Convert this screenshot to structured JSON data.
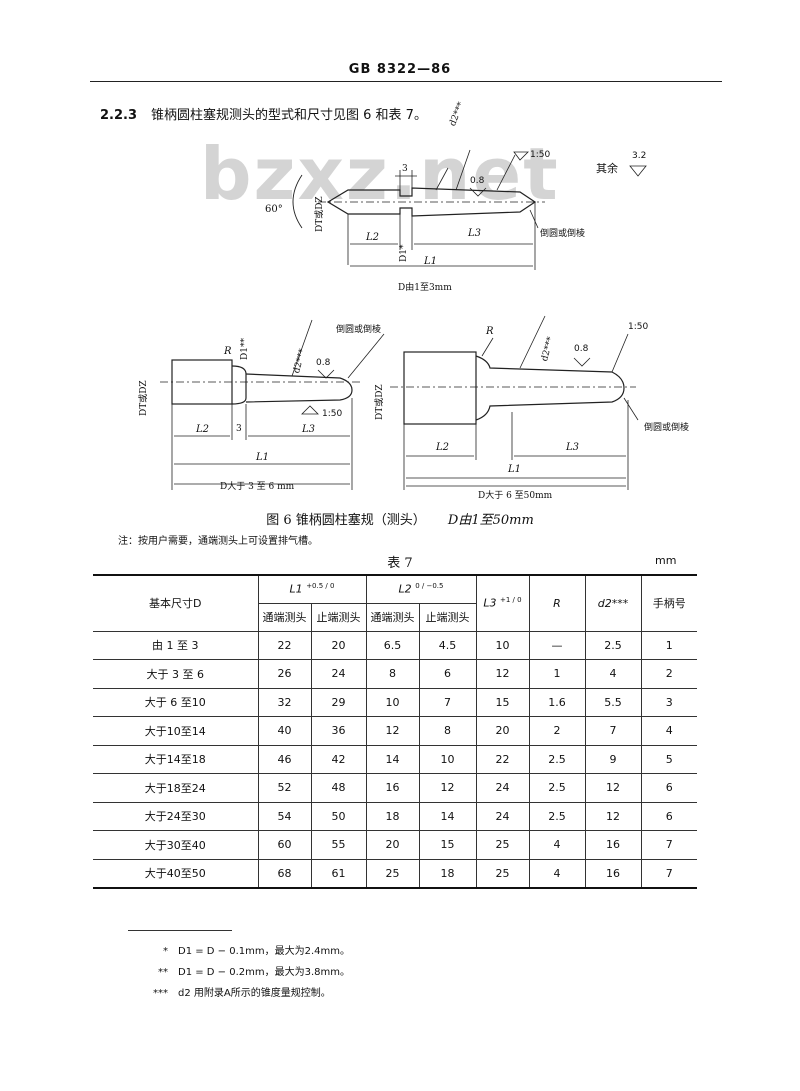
{
  "header": {
    "standard": "GB 8322—86"
  },
  "section": {
    "number": "2.2.3",
    "text": "锥柄圆柱塞规测头的型式和尺寸见图 6 和表 7。"
  },
  "watermark": "bzxz.net",
  "figure": {
    "caption": "图 6 锥柄圆柱塞规（测头）",
    "caption_range": "D由1至50mm",
    "note": "注：按用户需要，通端测头上可设置排气槽。",
    "top": {
      "angle": "60°",
      "dim_3": "3",
      "d2": "d2***",
      "taper": "1:50",
      "rough_08": "0.8",
      "rest_label": "其余",
      "rest_value": "3.2",
      "dt_dz": "DT或DZ",
      "l2": "L2",
      "l3": "L3",
      "l1": "L1",
      "d1": "D1*",
      "chamfer": "倒圆或倒棱",
      "range": "D由1至3mm"
    },
    "bottom_left": {
      "r": "R",
      "d1": "D1**",
      "d2": "d2***",
      "chamfer": "倒圆或倒棱",
      "rough_08": "0.8",
      "taper": "1:50",
      "dt_dz": "DT或DZ",
      "l2": "L2",
      "dim_3": "3",
      "l3": "L3",
      "l1": "L1",
      "range": "D大于 3 至 6 mm"
    },
    "bottom_right": {
      "r": "R",
      "d2": "d2***",
      "rough_08": "0.8",
      "taper": "1:50",
      "dt_dz": "DT或DZ",
      "chamfer": "倒圆或倒棱",
      "l2": "L2",
      "l3": "L3",
      "l1": "L1",
      "range": "D大于 6 至50mm"
    }
  },
  "table": {
    "title": "表 7",
    "unit": "mm",
    "headers": {
      "basic": "基本尺寸D",
      "l1": "L1",
      "l1_tol": "+0.5 / 0",
      "l2": "L2",
      "l2_tol": "0 / −0.5",
      "go": "通端测头",
      "nogo": "止端测头",
      "l3": "L3",
      "l3_tol": "+1 / 0",
      "r": "R",
      "d2": "d2***",
      "handle": "手柄号"
    },
    "rows": [
      [
        "由 1 至 3",
        "22",
        "20",
        "6.5",
        "4.5",
        "10",
        "—",
        "2.5",
        "1"
      ],
      [
        "大于 3 至 6",
        "26",
        "24",
        "8",
        "6",
        "12",
        "1",
        "4",
        "2"
      ],
      [
        "大于 6 至10",
        "32",
        "29",
        "10",
        "7",
        "15",
        "1.6",
        "5.5",
        "3"
      ],
      [
        "大于10至14",
        "40",
        "36",
        "12",
        "8",
        "20",
        "2",
        "7",
        "4"
      ],
      [
        "大于14至18",
        "46",
        "42",
        "14",
        "10",
        "22",
        "2.5",
        "9",
        "5"
      ],
      [
        "大于18至24",
        "52",
        "48",
        "16",
        "12",
        "24",
        "2.5",
        "12",
        "6"
      ],
      [
        "大于24至30",
        "54",
        "50",
        "18",
        "14",
        "24",
        "2.5",
        "12",
        "6"
      ],
      [
        "大于30至40",
        "60",
        "55",
        "20",
        "15",
        "25",
        "4",
        "16",
        "7"
      ],
      [
        "大于40至50",
        "68",
        "61",
        "25",
        "18",
        "25",
        "4",
        "16",
        "7"
      ]
    ]
  },
  "footnotes": [
    {
      "mark": "*",
      "text": "D1 = D − 0.1mm，最大为2.4mm。"
    },
    {
      "mark": "**",
      "text": "D1 = D − 0.2mm，最大为3.8mm。"
    },
    {
      "mark": "***",
      "text": "d2 用附录A所示的锥度量规控制。"
    }
  ]
}
